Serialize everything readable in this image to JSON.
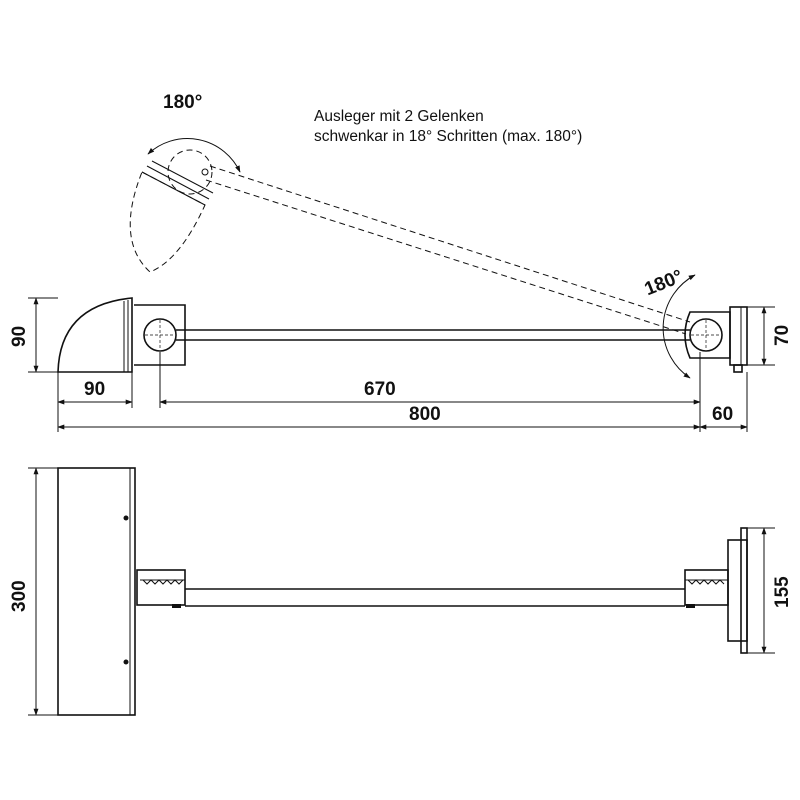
{
  "note": {
    "line1": "Ausleger mit 2 Gelenken",
    "line2": "schwenkar in 18° Schritten (max. 180°)"
  },
  "angles": {
    "top_left": "180°",
    "right": "180°"
  },
  "dimensions": {
    "head_height": "90",
    "head_width": "90",
    "arm_length": "670",
    "total_length": "800",
    "mount_depth": "60",
    "mount_height": "70",
    "head_depth": "300",
    "plate_height": "155"
  }
}
